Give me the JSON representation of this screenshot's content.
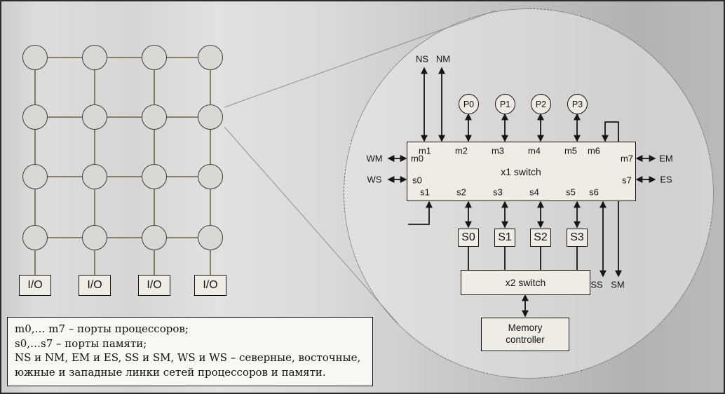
{
  "mesh": {
    "io_label": "I/O"
  },
  "links": {
    "ns": "NS",
    "nm": "NM",
    "wm": "WM",
    "ws": "WS",
    "em": "EM",
    "es": "ES",
    "ss": "SS",
    "sm": "SM"
  },
  "processors": [
    "P0",
    "P1",
    "P2",
    "P3"
  ],
  "x1_switch": {
    "label": "x1 switch",
    "top_ports": [
      "m1",
      "m2",
      "m3",
      "m4",
      "m5",
      "m6"
    ],
    "bottom_ports": [
      "s1",
      "s2",
      "s3",
      "s4",
      "s5",
      "s6"
    ],
    "left_ports": [
      "m0",
      "s0"
    ],
    "right_ports": [
      "m7",
      "s7"
    ]
  },
  "memory_banks": [
    "S0",
    "S1",
    "S2",
    "S3"
  ],
  "x2_switch_label": "x2 switch",
  "memory_controller": [
    "Memory",
    "controller"
  ],
  "legend_lines": [
    "m0,… m7 – порты процессоров;",
    "s0,…s7 – порты памяти;",
    "NS и NM, EM и ES, SS и SM, WS и WS – северные, восточные,",
    "южные и западные линки сетей процессоров и памяти."
  ],
  "colors": {
    "mesh_line": "#6e6342",
    "arrow": "#161616",
    "box_fill": "#efece5",
    "legend_bg": "#f8f7f3"
  }
}
